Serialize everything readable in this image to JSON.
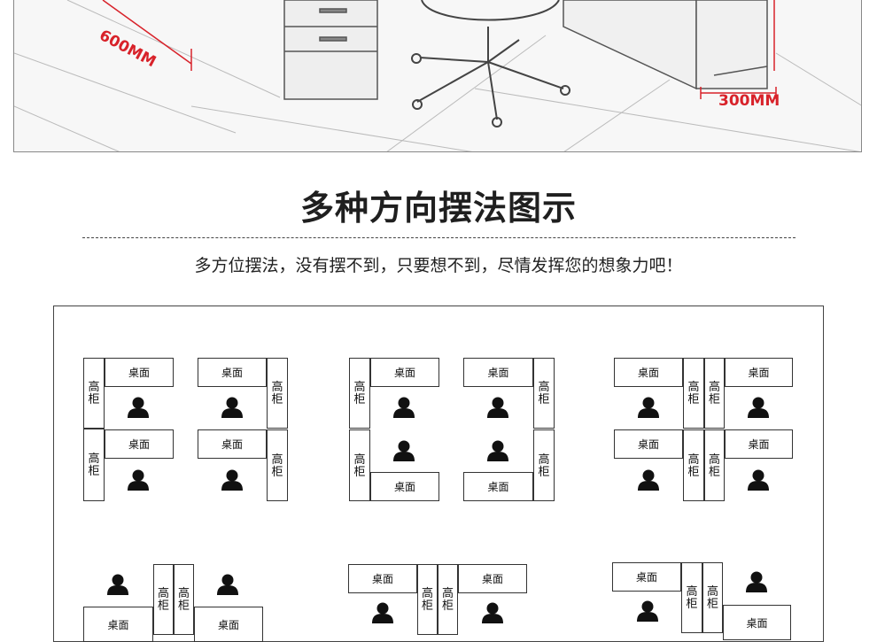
{
  "photo": {
    "dim_left": "600MM",
    "dim_right": "300MM"
  },
  "heading": {
    "title": "多种方向摆法图示",
    "subtitle": "多方位摆法，没有摆不到，只要想不到，尽情发挥您的想象力吧！"
  },
  "layout_diagram": {
    "desk_label": "桌面",
    "cabinet_label": "高\n柜",
    "icons": {
      "person": "person-icon",
      "desk": "desk-block",
      "cabinet": "tall-cabinet-block"
    }
  },
  "colors": {
    "dimension_red": "#d8222a",
    "line": "#333333",
    "text": "#222222"
  }
}
